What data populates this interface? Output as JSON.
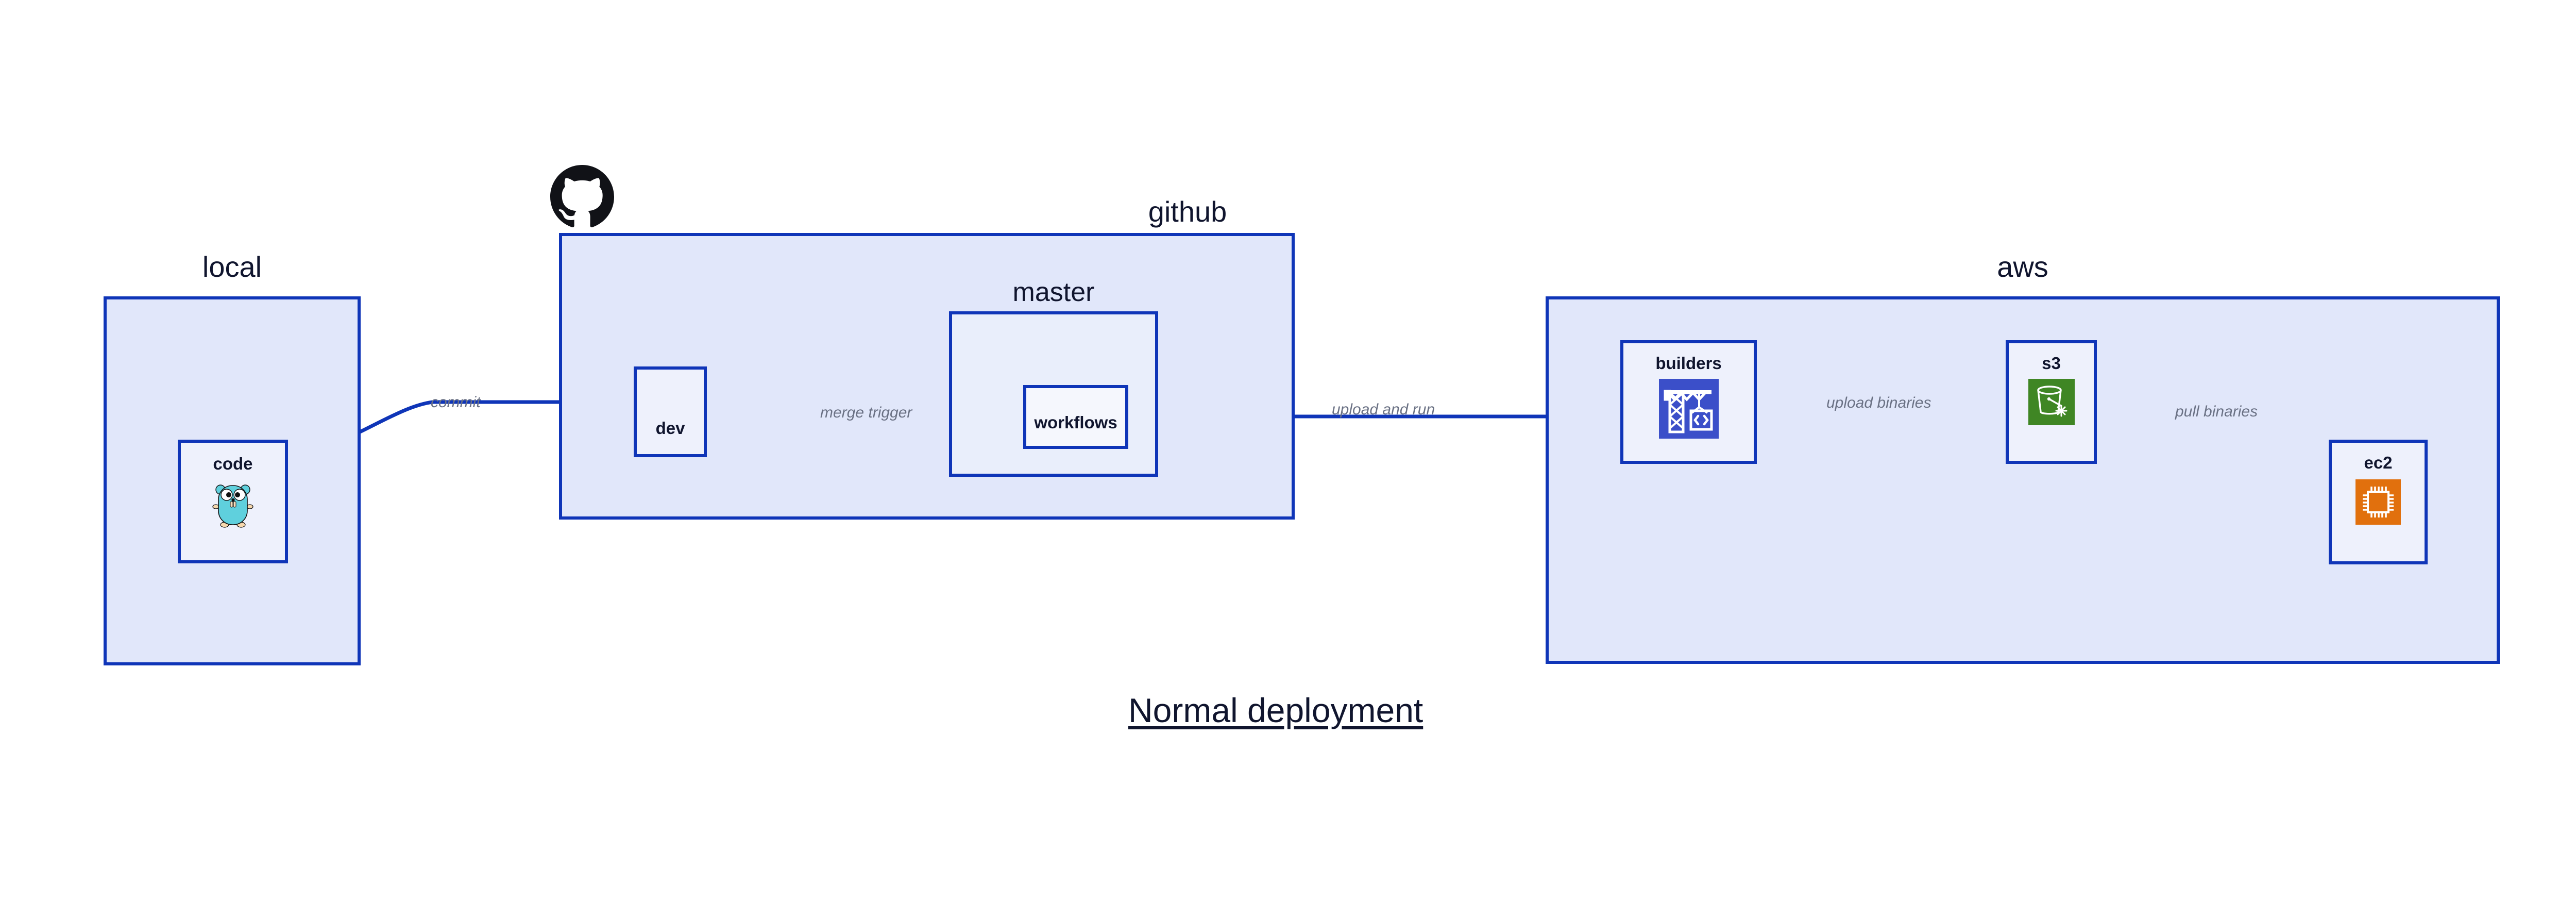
{
  "diagram": {
    "title": "Normal deployment",
    "accent_border": "#0f35b8",
    "group_fill": "#e1e7fa",
    "node_fill": "#eef1fc",
    "label_color": "#6a7184",
    "text_color": "#10152e"
  },
  "groups": [
    {
      "id": "local",
      "label": "local"
    },
    {
      "id": "github",
      "label": "github"
    },
    {
      "id": "aws",
      "label": "aws"
    }
  ],
  "subgroups": [
    {
      "id": "master",
      "label": "master",
      "parent": "github"
    }
  ],
  "nodes": [
    {
      "id": "code",
      "label": "code",
      "icon": "go-gopher-icon",
      "parent": "local"
    },
    {
      "id": "dev",
      "label": "dev",
      "icon": "none",
      "parent": "github"
    },
    {
      "id": "workflows",
      "label": "workflows",
      "icon": "none",
      "parent": "master"
    },
    {
      "id": "builders",
      "label": "builders",
      "icon": "crane-code-icon",
      "parent": "aws",
      "icon_color": "#3b4fc9"
    },
    {
      "id": "s3",
      "label": "s3",
      "icon": "s3-bucket-icon",
      "parent": "aws",
      "icon_color": "#3f8624"
    },
    {
      "id": "ec2",
      "label": "ec2",
      "icon": "cpu-chip-icon",
      "parent": "aws",
      "icon_color": "#e1700d"
    }
  ],
  "edges": [
    {
      "id": "e1",
      "from": "code",
      "to": "dev",
      "label": "commit"
    },
    {
      "id": "e2",
      "from": "dev",
      "to": "workflows",
      "label": "merge trigger"
    },
    {
      "id": "e3",
      "from": "workflows",
      "to": "builders",
      "label": "upload and run"
    },
    {
      "id": "e4",
      "from": "builders",
      "to": "s3",
      "label": "upload binaries"
    },
    {
      "id": "e5",
      "from": "s3",
      "to": "ec2",
      "label": "pull binaries"
    }
  ],
  "logos": [
    {
      "id": "github-logo",
      "name": "github-octocat-icon"
    }
  ]
}
